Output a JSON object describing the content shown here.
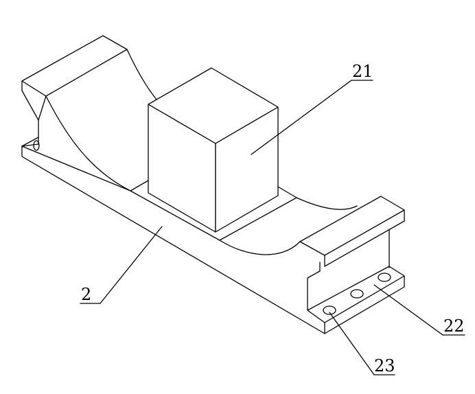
{
  "labels": {
    "base": "2",
    "block": "21",
    "bracket": "22",
    "holes": "23"
  }
}
